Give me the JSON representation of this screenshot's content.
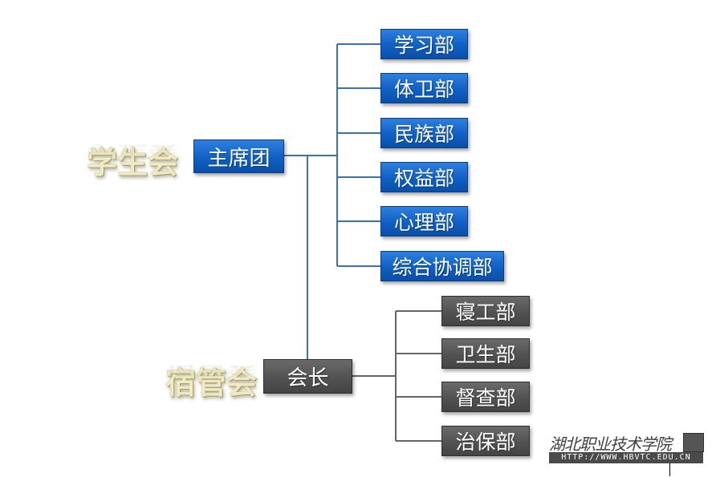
{
  "student_union": {
    "label": "学生会",
    "root": "主席团",
    "departments": [
      "学习部",
      "体卫部",
      "民族部",
      "权益部",
      "心理部",
      "综合协调部"
    ]
  },
  "dorm_council": {
    "label": "宿管会",
    "root": "会长",
    "departments": [
      "寝工部",
      "卫生部",
      "督查部",
      "治保部"
    ]
  },
  "watermark": {
    "name": "湖北职业技术学院",
    "url": "HTTP://WWW.HBVTC.EDU.CN"
  },
  "colors": {
    "student_union_box": "#1565c9",
    "dorm_council_box": "#555555",
    "student_union_connector": "#3c6fbf",
    "dorm_council_connector": "#666666",
    "group_label_text": "#efeac4"
  }
}
